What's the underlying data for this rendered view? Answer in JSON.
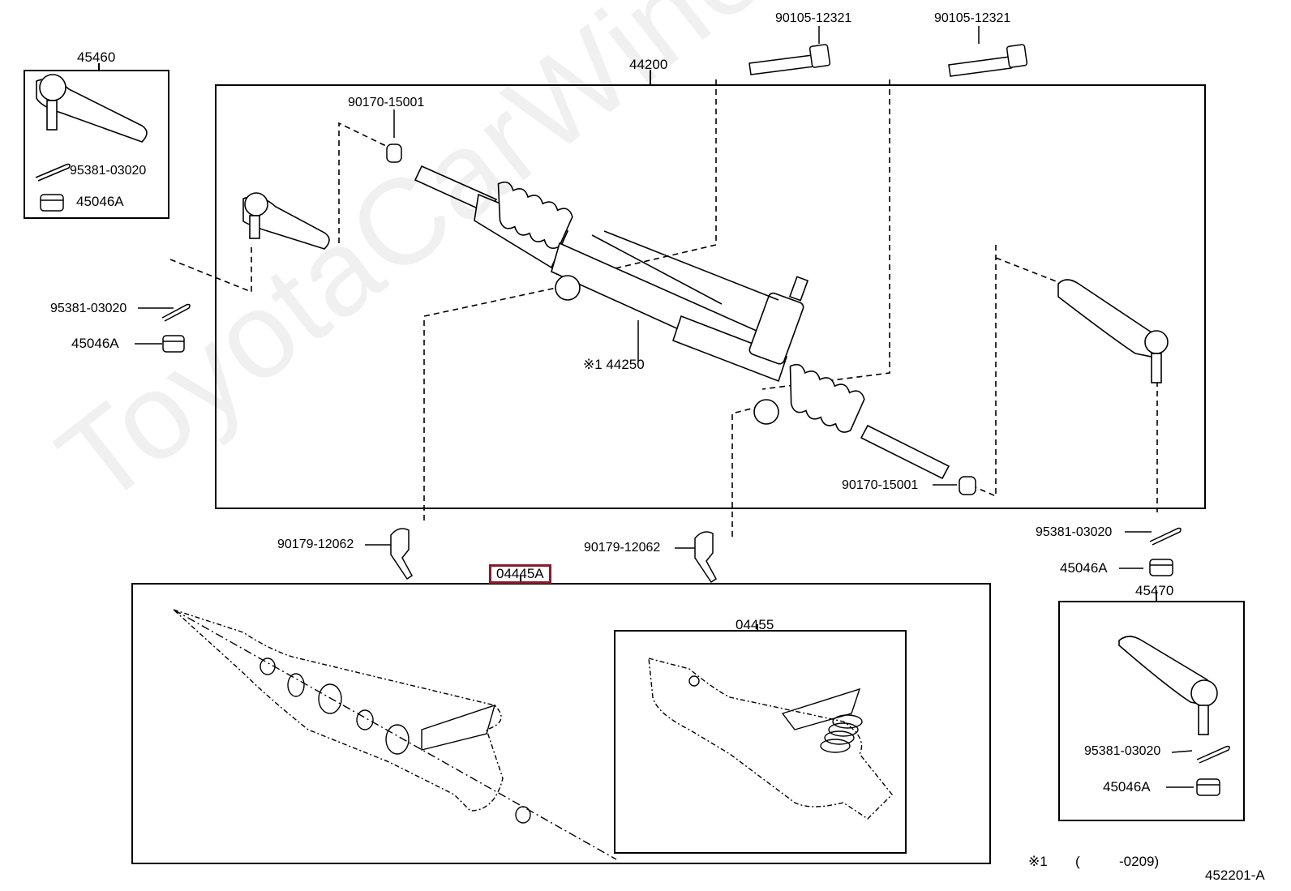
{
  "watermark": "ToyotaCarWine.ru",
  "highlight_color": "#8b1a2b",
  "diagram_id": "452201-A",
  "footnote": {
    "mark": "※1",
    "open": "(",
    "range": "-0209)"
  },
  "groups": {
    "g44200": "44200",
    "g45460": "45460",
    "g45470": "45470",
    "g04445A": "04445A",
    "g04455": "04455"
  },
  "parts": {
    "bolt_left": "90105-12321",
    "bolt_right": "90105-12321",
    "nut_top": "90170-15001",
    "nut_bottom": "90170-15001",
    "rack_gear": "※1 44250",
    "cotter_left": "95381-03020",
    "nut_left": "45046A",
    "cotter_inset_left": "95381-03020",
    "nut_inset_left": "45046A",
    "bracket_left": "90179-12062",
    "bracket_right": "90179-12062",
    "cotter_right": "95381-03020",
    "nut_right": "45046A",
    "cotter_inset_right": "95381-03020",
    "nut_inset_right": "45046A"
  }
}
